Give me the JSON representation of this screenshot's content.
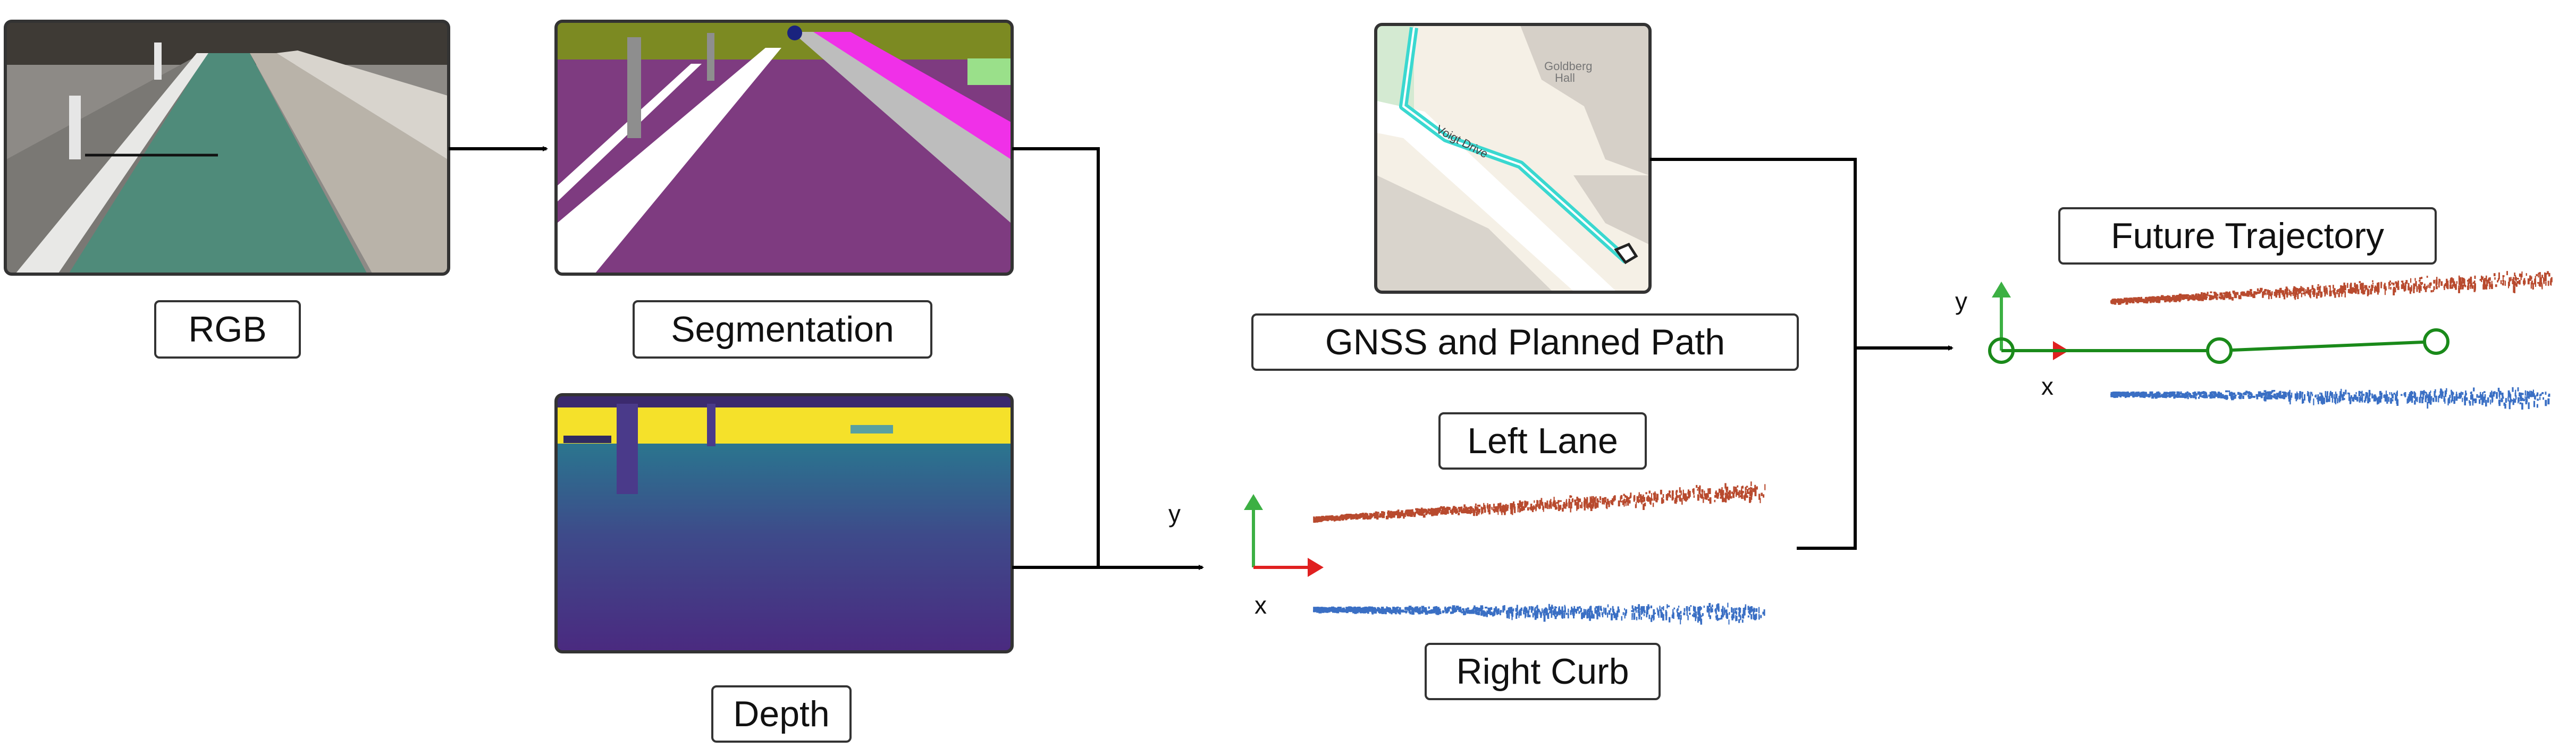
{
  "labels": {
    "rgb": "RGB",
    "segmentation": "Segmentation",
    "depth": "Depth",
    "gnss": "GNSS and Planned Path",
    "left_lane": "Left Lane",
    "right_curb": "Right Curb",
    "future_trajectory": "Future Trajectory"
  },
  "map": {
    "building_label_line1": "Goldberg",
    "building_label_line2": "Hall",
    "street_label": "Voigt Drive"
  },
  "axes": {
    "lanes": {
      "x": "x",
      "y": "y"
    },
    "trajectory": {
      "x": "x",
      "y": "y"
    }
  },
  "colors": {
    "arrow": "#000000",
    "box_border": "#333333",
    "axis_x": "#e02020",
    "axis_y": "#3cb043",
    "trajectory": "#1a8a1a",
    "left_lane_points": "#b84a2e",
    "right_curb_points": "#3a6fc4",
    "seg_road": "#7e3b80",
    "seg_sidewalk": "#f030e8",
    "seg_vegetation": "#7c8a22",
    "seg_curb": "#bdbdbd",
    "depth_far": "#f5e12a",
    "depth_mid": "#2a8c8c",
    "depth_near": "#4a2a80",
    "path_cyan": "#3ad8d0"
  }
}
